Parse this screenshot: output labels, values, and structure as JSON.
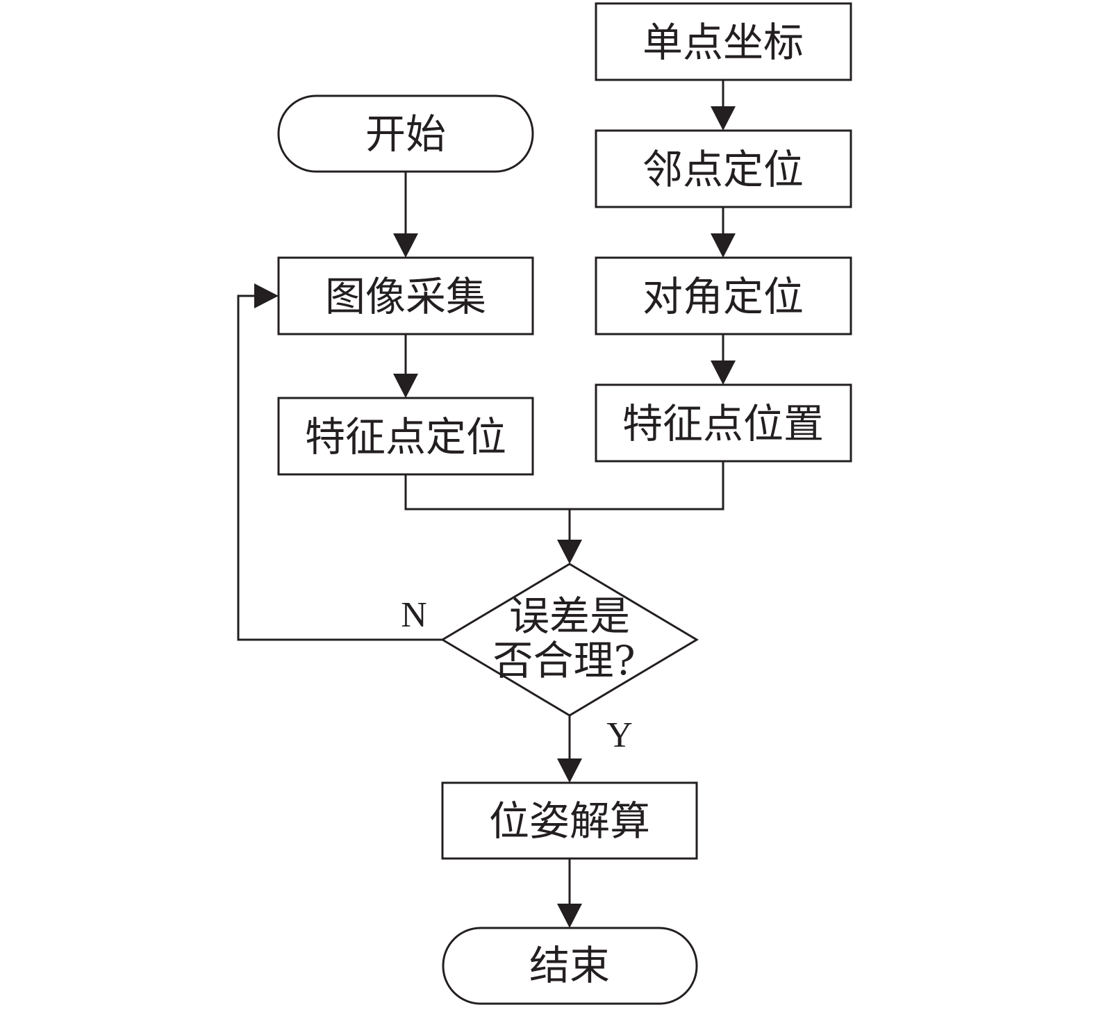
{
  "diagram": {
    "nodes": {
      "start": "开始",
      "image_capture": "图像采集",
      "feature_locate": "特征点定位",
      "single_point_coord": "单点坐标",
      "neighbor_locate": "邻点定位",
      "diagonal_locate": "对角定位",
      "feature_position": "特征点位置",
      "decision_line1": "误差是",
      "decision_line2": "否合理?",
      "pose_solve": "位姿解算",
      "end": "结束"
    },
    "branches": {
      "no": "N",
      "yes": "Y"
    },
    "edges": [
      [
        "start",
        "image_capture"
      ],
      [
        "image_capture",
        "feature_locate"
      ],
      [
        "single_point_coord",
        "neighbor_locate"
      ],
      [
        "neighbor_locate",
        "diagonal_locate"
      ],
      [
        "diagonal_locate",
        "feature_position"
      ],
      [
        "feature_locate",
        "decision"
      ],
      [
        "feature_position",
        "decision"
      ],
      [
        "decision",
        "pose_solve",
        "Y"
      ],
      [
        "decision",
        "image_capture",
        "N"
      ],
      [
        "pose_solve",
        "end"
      ]
    ]
  }
}
